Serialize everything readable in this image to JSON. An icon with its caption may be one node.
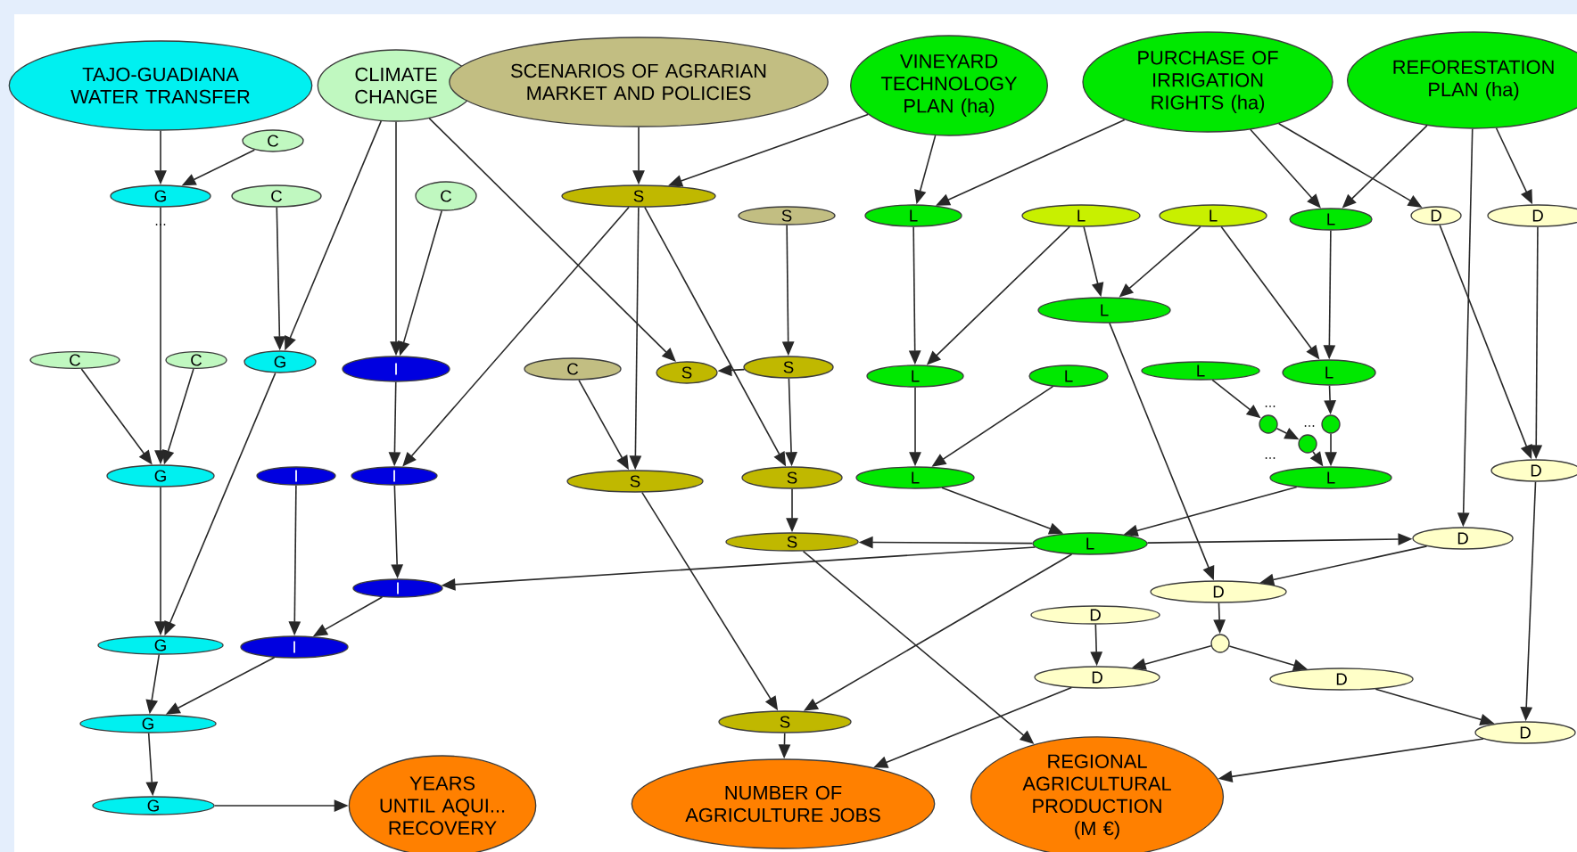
{
  "diagram": {
    "nodes": [
      {
        "text": [
          "TAJO-GUADIANA WATER TRANSFER"
        ]
      },
      {
        "text": [
          "CLIMATE CHANGE"
        ]
      },
      {
        "text": [
          "SCENARIOS OF AGRARIAN MARKET AND POLICIES"
        ]
      },
      {
        "text": [
          "VINEYARD TECHNOLOGY PLAN (ha)"
        ]
      },
      {
        "text": [
          "PURCHASE OF IRRIGATION RIGHTS (ha)"
        ]
      },
      {
        "text": [
          "REFORESTATION PLAN (ha)"
        ]
      },
      {
        "text": [
          "YEARS UNTIL AQUI... RECOVERY"
        ]
      },
      {
        "text": [
          "NUMBER OF AGRICULTURE JOBS"
        ]
      },
      {
        "text": [
          "REGIONAL AGRICULTURAL PRODUCTION (M €)"
        ]
      },
      {
        "text": [
          "C"
        ]
      },
      {
        "text": [
          "G"
        ]
      },
      {
        "text": [
          "C"
        ]
      },
      {
        "text": [
          "C"
        ]
      },
      {
        "text": [
          "S"
        ]
      },
      {
        "text": [
          "S"
        ]
      },
      {
        "text": [
          "L"
        ]
      },
      {
        "text": [
          "L"
        ]
      },
      {
        "text": [
          "L"
        ]
      },
      {
        "text": [
          "L"
        ]
      },
      {
        "text": [
          "D"
        ]
      },
      {
        "text": [
          "D"
        ]
      },
      {
        "text": [
          "L"
        ]
      },
      {
        "text": [
          "C"
        ]
      },
      {
        "text": [
          "C"
        ]
      },
      {
        "text": [
          "G"
        ]
      },
      {
        "text": [
          "I"
        ]
      },
      {
        "text": [
          "C"
        ]
      },
      {
        "text": [
          "S"
        ]
      },
      {
        "text": [
          "S"
        ]
      },
      {
        "text": [
          "L"
        ]
      },
      {
        "text": [
          "L"
        ]
      },
      {
        "text": [
          "L"
        ]
      },
      {
        "text": [
          "L"
        ]
      },
      {
        "text": [],
        "shape": "circle"
      },
      {
        "text": [],
        "shape": "circle"
      },
      {
        "text": [],
        "shape": "circle"
      },
      {
        "text": [
          "G"
        ]
      },
      {
        "text": [
          "I"
        ]
      },
      {
        "text": [
          "I"
        ]
      },
      {
        "text": [
          "S"
        ]
      },
      {
        "text": [
          "S"
        ]
      },
      {
        "text": [
          "L"
        ]
      },
      {
        "text": [
          "L"
        ]
      },
      {
        "text": [
          "D"
        ]
      },
      {
        "text": [
          "S"
        ]
      },
      {
        "text": [
          "L"
        ]
      },
      {
        "text": [
          "D"
        ]
      },
      {
        "text": [
          "I"
        ]
      },
      {
        "text": [
          "D"
        ]
      },
      {
        "text": [
          "D"
        ]
      },
      {
        "text": [],
        "shape": "circle"
      },
      {
        "text": [
          "G"
        ]
      },
      {
        "text": [
          "I"
        ]
      },
      {
        "text": [
          "D"
        ]
      },
      {
        "text": [
          "D"
        ]
      },
      {
        "text": [
          "G"
        ]
      },
      {
        "text": [
          "S"
        ]
      },
      {
        "text": [
          "D"
        ]
      },
      {
        "text": [
          "G"
        ]
      }
    ],
    "edges": [
      {
        "from": 0,
        "to": 10,
        "arrow": "to"
      },
      {
        "from": 9,
        "to": 10,
        "arrow": "to"
      },
      {
        "from": 10,
        "to": 36,
        "arrow": "to"
      },
      {
        "from": 11,
        "to": 24,
        "arrow": "to"
      },
      {
        "from": 1,
        "to": 24,
        "arrow": "to"
      },
      {
        "from": 1,
        "to": 25,
        "arrow": "to"
      },
      {
        "from": 12,
        "to": 25,
        "arrow": "to"
      },
      {
        "from": 1,
        "to": 27,
        "arrow": "to"
      },
      {
        "from": 22,
        "to": 36,
        "arrow": "to"
      },
      {
        "from": 23,
        "to": 36,
        "arrow": "to"
      },
      {
        "from": 24,
        "to": 51,
        "arrow": "to"
      },
      {
        "from": 25,
        "to": 38,
        "arrow": "to"
      },
      {
        "from": 13,
        "to": 38,
        "arrow": "to"
      },
      {
        "from": 2,
        "to": 13,
        "arrow": "to"
      },
      {
        "from": 3,
        "to": 13,
        "arrow": "to"
      },
      {
        "from": 13,
        "to": 39,
        "arrow": "to"
      },
      {
        "from": 26,
        "to": 39,
        "arrow": "to"
      },
      {
        "from": 13,
        "to": 40,
        "arrow": "to"
      },
      {
        "from": 28,
        "to": 40,
        "arrow": "to"
      },
      {
        "from": 14,
        "to": 28,
        "arrow": "to"
      },
      {
        "from": 28,
        "to": 27,
        "arrow": "to"
      },
      {
        "from": 3,
        "to": 15,
        "arrow": "to"
      },
      {
        "from": 4,
        "to": 15,
        "arrow": "to"
      },
      {
        "from": 15,
        "to": 29,
        "arrow": "to"
      },
      {
        "from": 16,
        "to": 29,
        "arrow": "to"
      },
      {
        "from": 16,
        "to": 21,
        "arrow": "to"
      },
      {
        "from": 17,
        "to": 21,
        "arrow": "to"
      },
      {
        "from": 17,
        "to": 32,
        "arrow": "to"
      },
      {
        "from": 18,
        "to": 32,
        "arrow": "to"
      },
      {
        "from": 4,
        "to": 18,
        "arrow": "to"
      },
      {
        "from": 5,
        "to": 18,
        "arrow": "to"
      },
      {
        "from": 4,
        "to": 19,
        "arrow": "to"
      },
      {
        "from": 5,
        "to": 20,
        "arrow": "to"
      },
      {
        "from": 5,
        "to": 46,
        "arrow": "to"
      },
      {
        "from": 19,
        "to": 43,
        "arrow": "to"
      },
      {
        "from": 20,
        "to": 43,
        "arrow": "to"
      },
      {
        "from": 21,
        "to": 48,
        "arrow": "to"
      },
      {
        "from": 43,
        "to": 57,
        "arrow": "to"
      },
      {
        "from": 29,
        "to": 41,
        "arrow": "to"
      },
      {
        "from": 30,
        "to": 41,
        "arrow": "to"
      },
      {
        "from": 31,
        "to": 33,
        "arrow": "to"
      },
      {
        "from": 32,
        "to": 35,
        "arrow": "to"
      },
      {
        "from": 33,
        "to": 34,
        "arrow": "to"
      },
      {
        "from": 34,
        "to": 42,
        "arrow": "to"
      },
      {
        "from": 35,
        "to": 42,
        "arrow": "to"
      },
      {
        "from": 41,
        "to": 45,
        "arrow": "to"
      },
      {
        "from": 42,
        "to": 45,
        "arrow": "to"
      },
      {
        "from": 40,
        "to": 44,
        "arrow": "to"
      },
      {
        "from": 45,
        "to": 44,
        "arrow": "to"
      },
      {
        "from": 45,
        "to": 46,
        "arrow": "to"
      },
      {
        "from": 45,
        "to": 47,
        "arrow": "to"
      },
      {
        "from": 45,
        "to": 56,
        "arrow": "to"
      },
      {
        "from": 44,
        "to": 8,
        "arrow": "to"
      },
      {
        "from": 39,
        "to": 56,
        "arrow": "to"
      },
      {
        "from": 56,
        "to": 7,
        "arrow": "to"
      },
      {
        "from": 46,
        "to": 48,
        "arrow": "to"
      },
      {
        "from": 48,
        "to": 50,
        "arrow": "to"
      },
      {
        "from": 49,
        "to": 53,
        "arrow": "to"
      },
      {
        "from": 50,
        "to": 53,
        "arrow": "to"
      },
      {
        "from": 50,
        "to": 54,
        "arrow": "to"
      },
      {
        "from": 53,
        "to": 7,
        "arrow": "to"
      },
      {
        "from": 54,
        "to": 57,
        "arrow": "to"
      },
      {
        "from": 57,
        "to": 8,
        "arrow": "to"
      },
      {
        "from": 38,
        "to": 47,
        "arrow": "to"
      },
      {
        "from": 37,
        "to": 52,
        "arrow": "to"
      },
      {
        "from": 47,
        "to": 52,
        "arrow": "to"
      },
      {
        "from": 36,
        "to": 51,
        "arrow": "to"
      },
      {
        "from": 51,
        "to": 55,
        "arrow": "to"
      },
      {
        "from": 52,
        "to": 55,
        "arrow": "to"
      },
      {
        "from": 55,
        "to": 58,
        "arrow": "to"
      },
      {
        "from": 58,
        "to": 6,
        "arrow": "to"
      }
    ],
    "labels": [
      "...",
      "...",
      "...",
      "..."
    ]
  }
}
